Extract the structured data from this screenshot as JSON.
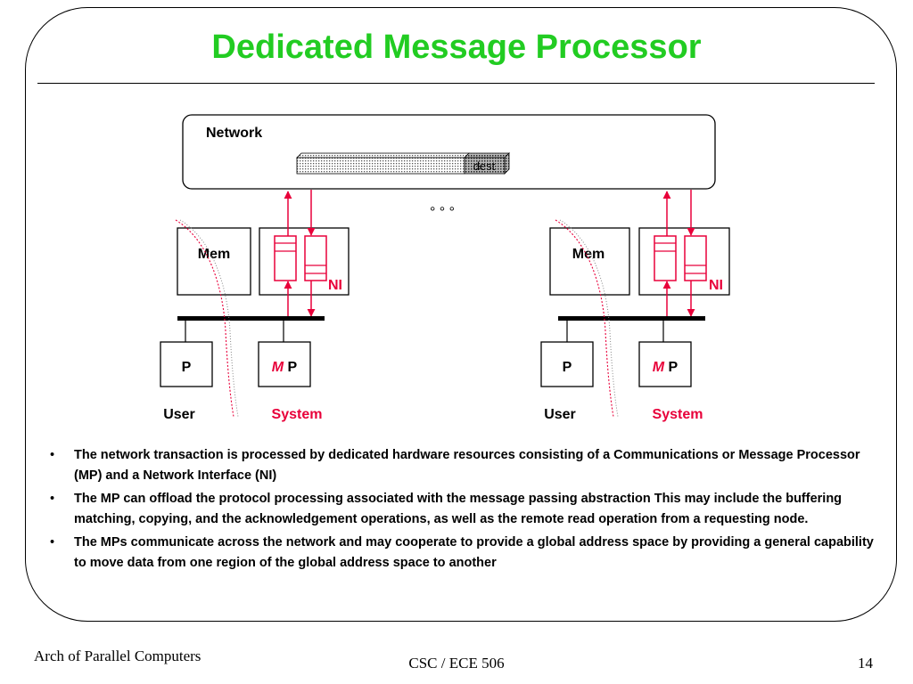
{
  "slide": {
    "title": "Dedicated Message Processor",
    "footer_left": "Arch of Parallel Computers",
    "footer_center": "CSC / ECE 506",
    "page_number": "14"
  },
  "diagram": {
    "network_label": "Network",
    "packet_label": "dest",
    "ellipsis": "° ° °",
    "nodes": [
      {
        "mem_label": "Mem",
        "ni_label": "NI",
        "p_label": "P",
        "mp_label_italic": "M",
        "mp_label": "P",
        "user_label": "User",
        "system_label": "System"
      },
      {
        "mem_label": "Mem",
        "ni_label": "NI",
        "p_label": "P",
        "mp_label_italic": "M",
        "mp_label": "P",
        "user_label": "User",
        "system_label": "System"
      }
    ]
  },
  "colors": {
    "title": "#22cc22",
    "accent": "#e8003a"
  },
  "bullets": [
    "The network transaction is processed by dedicated hardware resources consisting of a Communications or Message Processor (MP) and a Network Interface (NI)",
    "The MP can offload the protocol processing associated with the message passing abstraction  This may include the buffering matching, copying, and the acknowledgement operations, as well as the remote read operation from a requesting node.",
    "The MPs communicate across the network and may cooperate to provide a global address space by providing a general capability to move data from one region of the global address space to another"
  ]
}
